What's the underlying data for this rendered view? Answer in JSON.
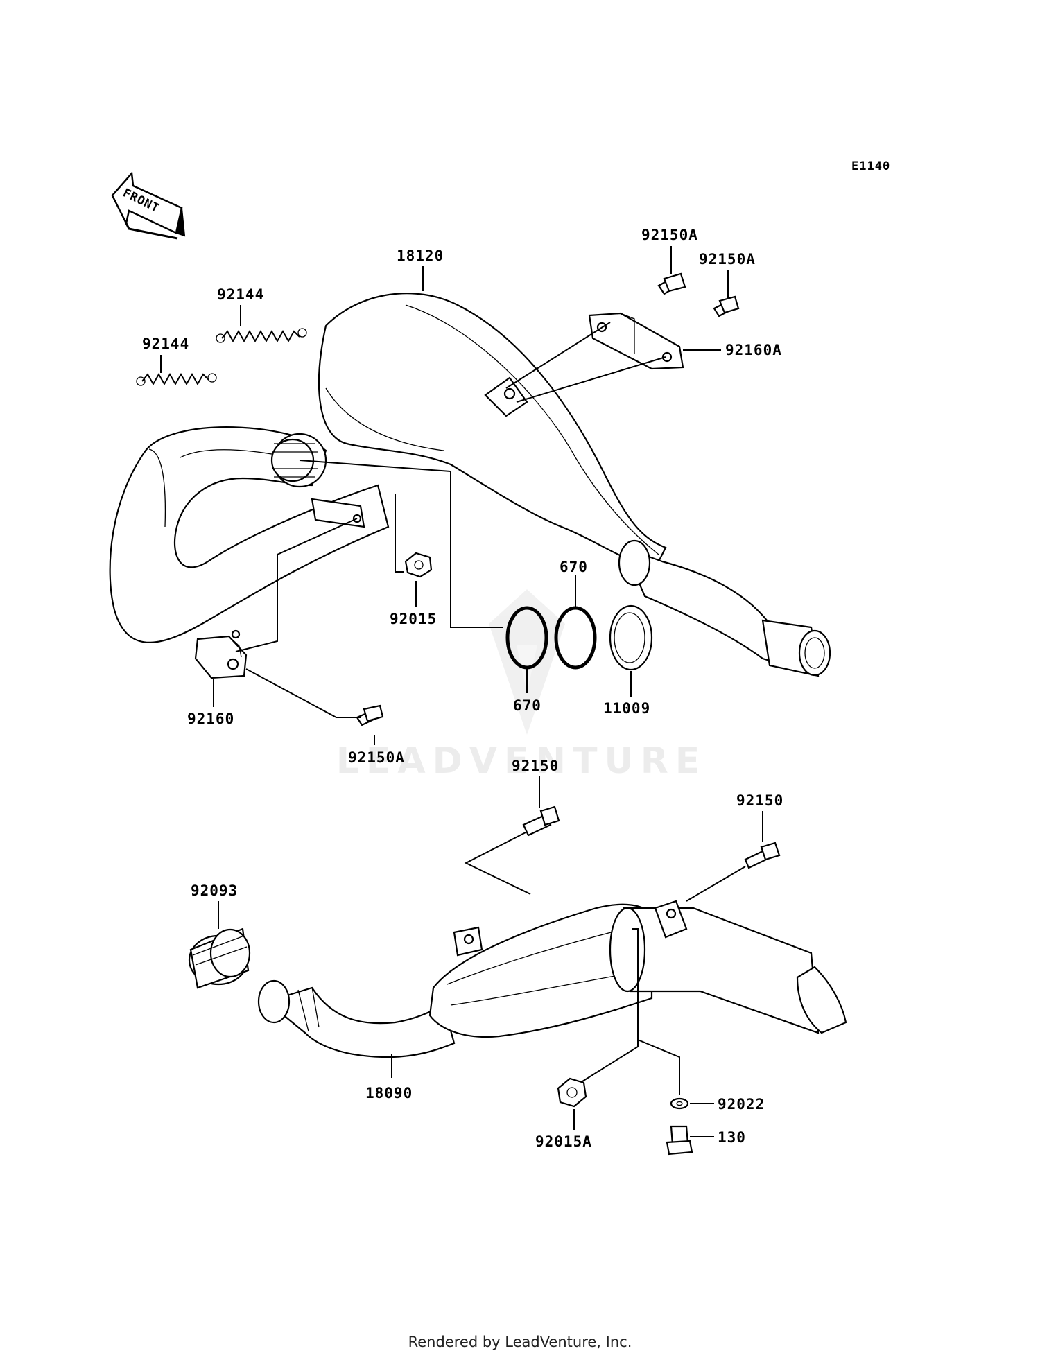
{
  "diagram_code": "E1140",
  "front_label": "FRONT",
  "watermark": "LEADVENTURE",
  "footer": "Rendered by LeadVenture, Inc.",
  "callouts": {
    "c18120": "18120",
    "c92144a": "92144",
    "c92144b": "92144",
    "c92150A_1": "92150A",
    "c92150A_2": "92150A",
    "c92160A": "92160A",
    "c92015": "92015",
    "c670a": "670",
    "c670b": "670",
    "c11009": "11009",
    "c92160": "92160",
    "c92150A_3": "92150A",
    "c92150_1": "92150",
    "c92150_2": "92150",
    "c92093": "92093",
    "c18090": "18090",
    "c92015A": "92015A",
    "c92022": "92022",
    "c130": "130"
  }
}
